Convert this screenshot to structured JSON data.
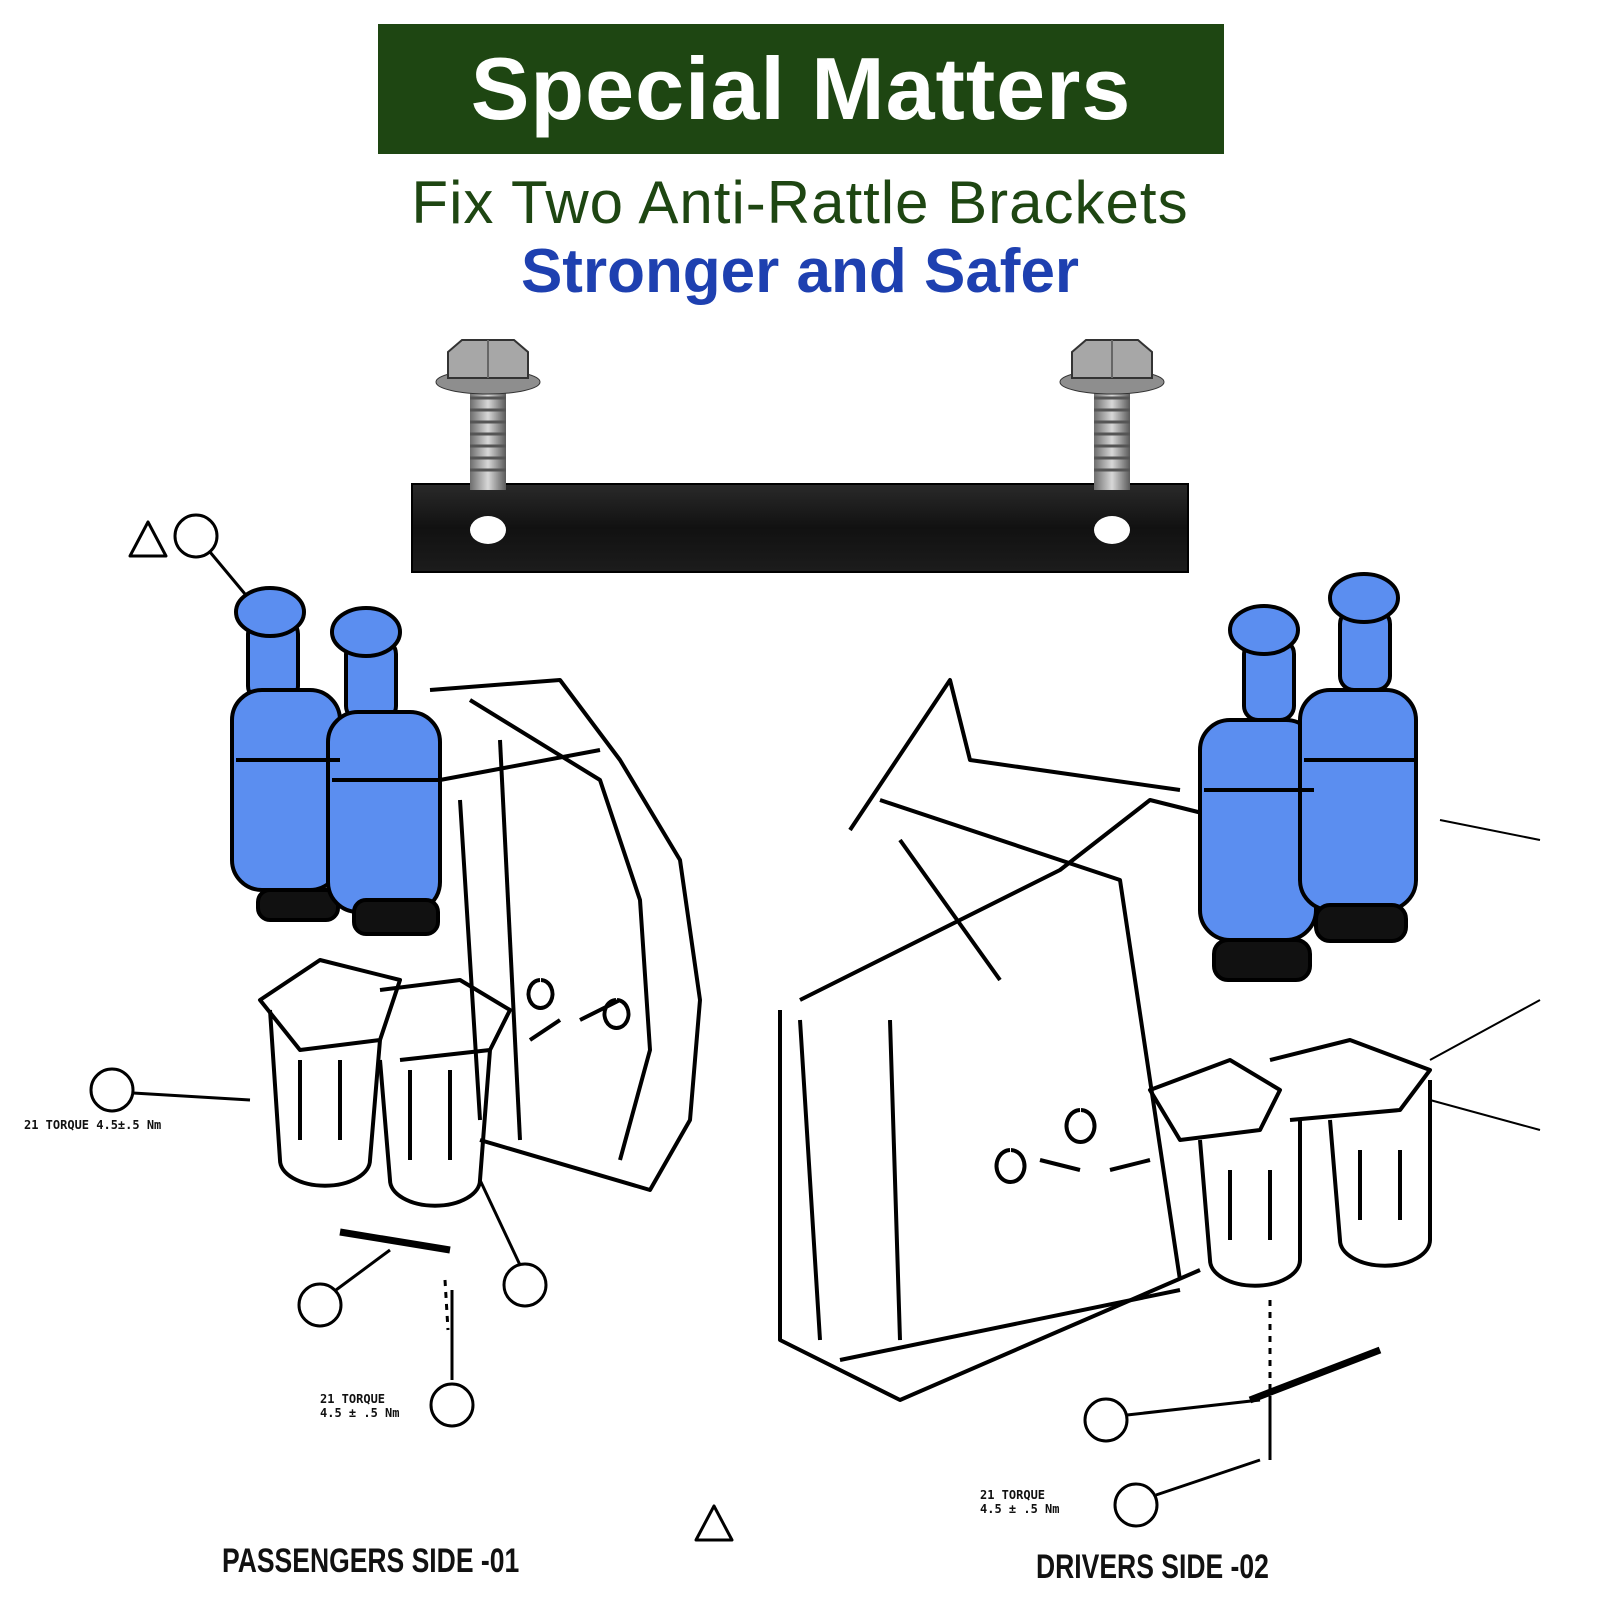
{
  "banner": {
    "title": "Special Matters",
    "background": "#1e4612"
  },
  "subtitle": {
    "line1": "Fix Two Anti-Rattle Brackets",
    "line2": "Stronger and Safer",
    "line1_color": "#1e4612",
    "line2_color": "#1e40b0"
  },
  "diagram": {
    "part_color": "#5b8ef0",
    "left": {
      "label": "PASSENGERS SIDE -01",
      "torque_a": "21 TORQUE 4.5±.5 Nm",
      "torque_b_line1": "21 TORQUE",
      "torque_b_line2": "4.5 ± .5 Nm"
    },
    "right": {
      "label": "DRIVERS SIDE -02",
      "torque_line1": "21 TORQUE",
      "torque_line2": "4.5 ± .5 Nm"
    }
  }
}
